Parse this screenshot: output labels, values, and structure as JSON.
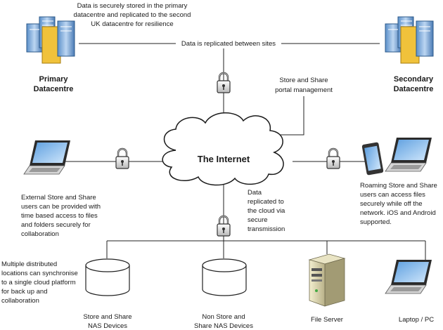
{
  "notes": {
    "storage": [
      "Data is securely stored in the primary",
      "datacentre and replicated to the second",
      "UK datacentre for resilience"
    ],
    "replicated_between_sites": "Data is replicated between sites",
    "portal": [
      "Store and Share",
      "portal management"
    ],
    "external": [
      "External Store and Share",
      "users can be provided with",
      "time based access to files",
      "and folders securely for",
      "collaboration"
    ],
    "cloud_replication": [
      "Data",
      "replicated to",
      "the cloud via",
      "secure",
      "transmission"
    ],
    "roaming": [
      "Roaming Store and Share",
      "users can access files",
      "securely while off the",
      "network. iOS and Android",
      "supported."
    ],
    "sync": [
      "Multiple distributed",
      "locations can synchronise",
      "to a single cloud platform",
      "for back up and",
      "collaboration"
    ]
  },
  "sites": {
    "primary": [
      "Primary",
      "Datacentre"
    ],
    "secondary": [
      "Secondary",
      "Datacentre"
    ]
  },
  "cloud_label": "The Internet",
  "devices": {
    "nas_store_share": [
      "Store and Share",
      "NAS Devices"
    ],
    "nas_non_store_share": [
      "Non Store and",
      "Share NAS Devices"
    ],
    "file_server": "File Server",
    "laptop_pc": "Laptop / PC"
  }
}
